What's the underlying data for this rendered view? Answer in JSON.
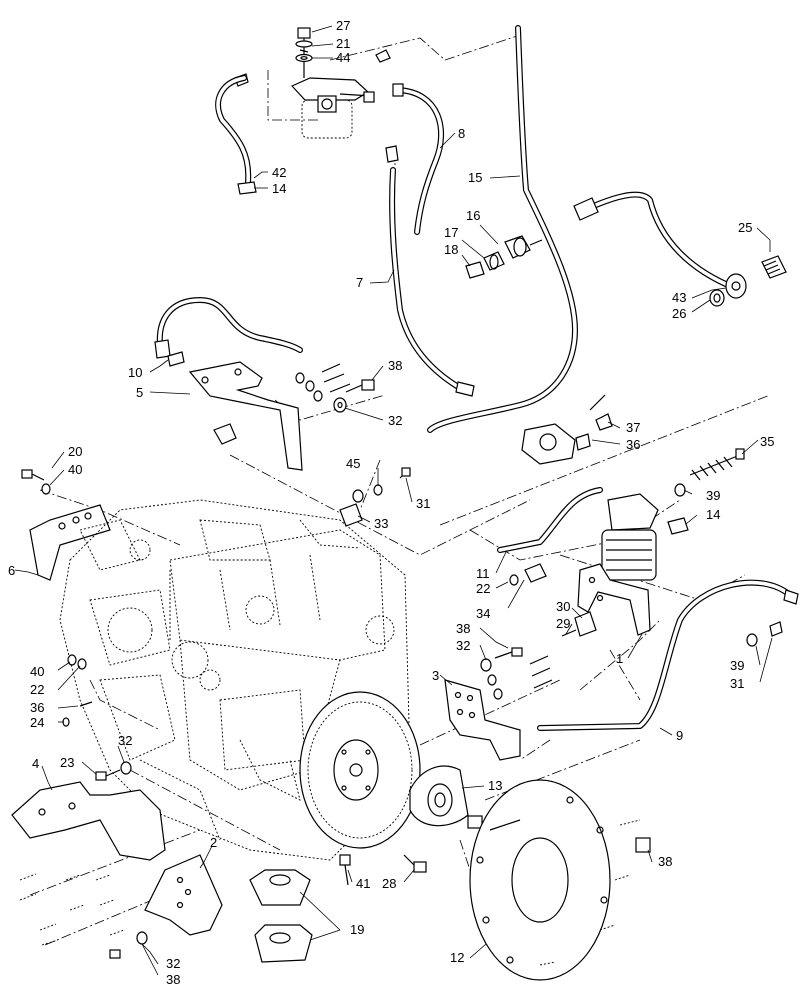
{
  "callouts": [
    {
      "id": "c27",
      "text": "27"
    },
    {
      "id": "c21",
      "text": "21"
    },
    {
      "id": "c44",
      "text": "44"
    },
    {
      "id": "c8",
      "text": "8"
    },
    {
      "id": "c42",
      "text": "42"
    },
    {
      "id": "c14a",
      "text": "14"
    },
    {
      "id": "c15",
      "text": "15"
    },
    {
      "id": "c16",
      "text": "16"
    },
    {
      "id": "c17",
      "text": "17"
    },
    {
      "id": "c18",
      "text": "18"
    },
    {
      "id": "c25",
      "text": "25"
    },
    {
      "id": "c43",
      "text": "43"
    },
    {
      "id": "c26",
      "text": "26"
    },
    {
      "id": "c7",
      "text": "7"
    },
    {
      "id": "c10",
      "text": "10"
    },
    {
      "id": "c5",
      "text": "5"
    },
    {
      "id": "c38a",
      "text": "38"
    },
    {
      "id": "c32a",
      "text": "32"
    },
    {
      "id": "c37",
      "text": "37"
    },
    {
      "id": "c36a",
      "text": "36"
    },
    {
      "id": "c35",
      "text": "35"
    },
    {
      "id": "c20",
      "text": "20"
    },
    {
      "id": "c40a",
      "text": "40"
    },
    {
      "id": "c45",
      "text": "45"
    },
    {
      "id": "c31a",
      "text": "31"
    },
    {
      "id": "c39a",
      "text": "39"
    },
    {
      "id": "c14b",
      "text": "14"
    },
    {
      "id": "c33",
      "text": "33"
    },
    {
      "id": "c6",
      "text": "6"
    },
    {
      "id": "c11",
      "text": "11"
    },
    {
      "id": "c22a",
      "text": "22"
    },
    {
      "id": "c34",
      "text": "34"
    },
    {
      "id": "c30",
      "text": "30"
    },
    {
      "id": "c29",
      "text": "29"
    },
    {
      "id": "c38b",
      "text": "38"
    },
    {
      "id": "c32b",
      "text": "32"
    },
    {
      "id": "c1",
      "text": "1"
    },
    {
      "id": "c39b",
      "text": "39"
    },
    {
      "id": "c31b",
      "text": "31"
    },
    {
      "id": "c40b",
      "text": "40"
    },
    {
      "id": "c22b",
      "text": "22"
    },
    {
      "id": "c36b",
      "text": "36"
    },
    {
      "id": "c24",
      "text": "24"
    },
    {
      "id": "c3",
      "text": "3"
    },
    {
      "id": "c9",
      "text": "9"
    },
    {
      "id": "c4",
      "text": "4"
    },
    {
      "id": "c23",
      "text": "23"
    },
    {
      "id": "c32c",
      "text": "32"
    },
    {
      "id": "c13",
      "text": "13"
    },
    {
      "id": "c2",
      "text": "2"
    },
    {
      "id": "c38c",
      "text": "38"
    },
    {
      "id": "c41",
      "text": "41"
    },
    {
      "id": "c28",
      "text": "28"
    },
    {
      "id": "c19",
      "text": "19"
    },
    {
      "id": "c32d",
      "text": "32"
    },
    {
      "id": "c38d",
      "text": "38"
    },
    {
      "id": "c12",
      "text": "12"
    }
  ]
}
